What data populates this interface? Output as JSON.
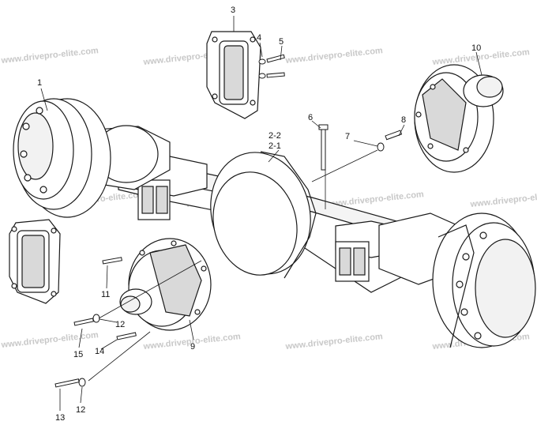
{
  "watermark": "www.drivepro-elite.com",
  "colors": {
    "line": "#1a1a1a",
    "fill": "#ffffff",
    "shade": "#d9d9d9",
    "watermark": "#c8c8c8"
  },
  "callouts": {
    "c1": "1",
    "c2": "2-2",
    "c2b": "2-1",
    "c3": "3",
    "c4": "4",
    "c5": "5",
    "c6": "6",
    "c7": "7",
    "c8": "8",
    "c9": "9",
    "c10": "10",
    "c11": "11",
    "c12a": "12",
    "c12b": "12",
    "c13": "13",
    "c14": "14",
    "c15": "15"
  }
}
